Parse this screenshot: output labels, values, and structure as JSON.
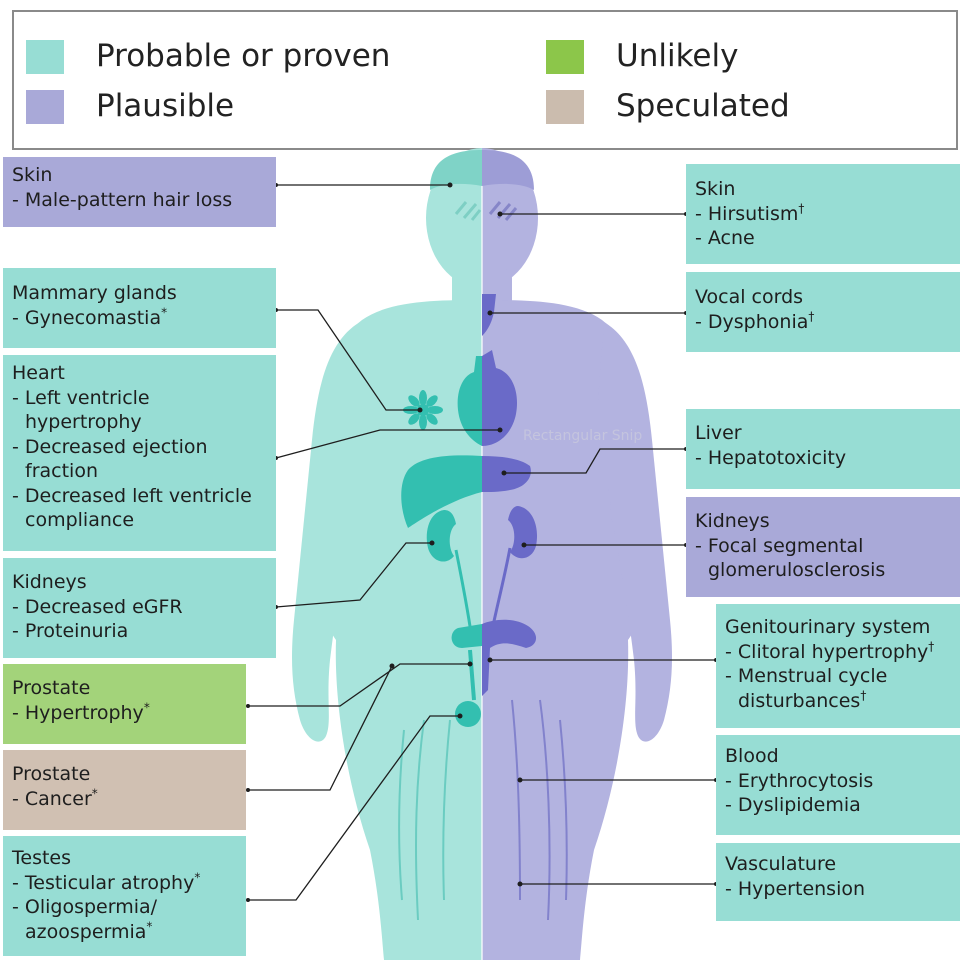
{
  "colors": {
    "probable": "#97ddd4",
    "plausible": "#a9a9d8",
    "unlikely": "#8cc64a",
    "speculated": "#cbbcae",
    "body_left": "#a8e4dc",
    "body_right": "#b3b3e0",
    "organ_left": "#33bfb0",
    "organ_right": "#6a6ac8"
  },
  "legend": {
    "items": [
      {
        "label": "Probable or proven",
        "color": "#97ddd4"
      },
      {
        "label": "Plausible",
        "color": "#a9a9d8"
      },
      {
        "label": "Unlikely",
        "color": "#8cc64a"
      },
      {
        "label": "Speculated",
        "color": "#cbbcae"
      }
    ]
  },
  "left_boxes": {
    "skin": {
      "title": "Skin",
      "items": [
        "- Male-pattern hair loss"
      ]
    },
    "mammary": {
      "title": "Mammary glands",
      "items": [
        "- Gynecomastia"
      ],
      "marks": [
        "*"
      ]
    },
    "heart": {
      "title": "Heart",
      "items": [
        "- Left ventricle hypertrophy",
        "- Decreased ejection fraction",
        "- Decreased left ventricle compliance"
      ]
    },
    "kidneys": {
      "title": "Kidneys",
      "items": [
        "- Decreased eGFR",
        "- Proteinuria"
      ]
    },
    "prostate_unlikely": {
      "title": "Prostate",
      "items": [
        "- Hypertrophy"
      ],
      "marks": [
        "*"
      ]
    },
    "prostate_speculated": {
      "title": "Prostate",
      "items": [
        "- Cancer"
      ],
      "marks": [
        "*"
      ]
    },
    "testes": {
      "title": "Testes",
      "items": [
        "- Testicular atrophy",
        "- Oligospermia/ azoospermia"
      ],
      "marks": [
        "*",
        "*"
      ]
    }
  },
  "right_boxes": {
    "skin": {
      "title": "Skin",
      "items": [
        "- Hirsutism",
        "- Acne"
      ],
      "marks": [
        "†",
        ""
      ]
    },
    "vocal": {
      "title": "Vocal cords",
      "items": [
        "- Dysphonia"
      ],
      "marks": [
        "†"
      ]
    },
    "liver": {
      "title": "Liver",
      "items": [
        "- Hepatotoxicity"
      ]
    },
    "kidneys": {
      "title": "Kidneys",
      "items": [
        "- Focal segmental glomerulosclerosis"
      ]
    },
    "genito": {
      "title": "Genitourinary system",
      "items": [
        "- Clitoral hypertrophy",
        "- Menstrual cycle disturbances"
      ],
      "marks": [
        "†",
        "†"
      ]
    },
    "blood": {
      "title": "Blood",
      "items": [
        "- Erythrocytosis",
        "- Dyslipidemia"
      ]
    },
    "vasculature": {
      "title": "Vasculature",
      "items": [
        "- Hypertension"
      ]
    }
  },
  "overlay": {
    "snip_text": "Rectangular Snip"
  }
}
